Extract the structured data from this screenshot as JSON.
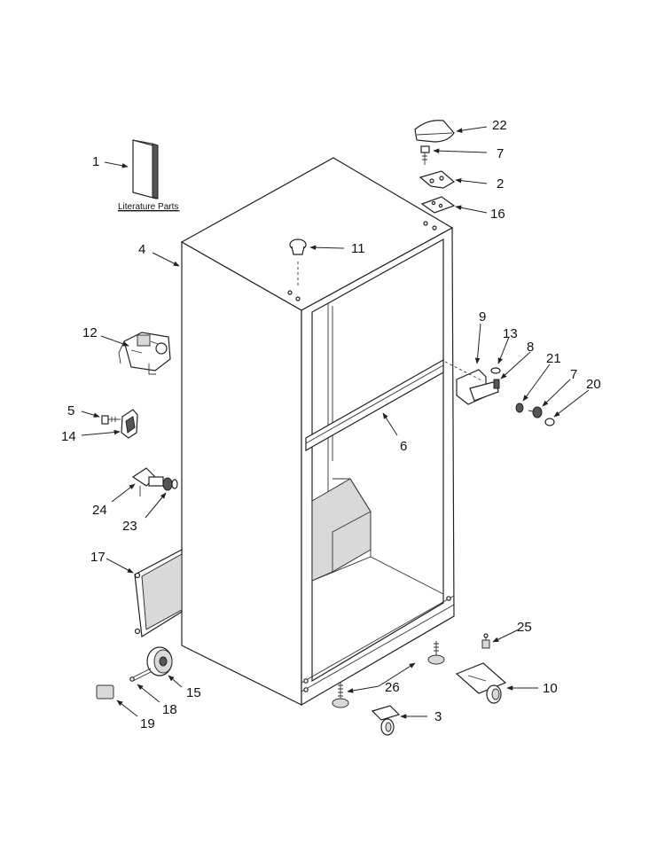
{
  "literature_label": "Literature Parts",
  "part_labels": {
    "p1": "1",
    "p2": "2",
    "p3": "3",
    "p4": "4",
    "p5": "5",
    "p6": "6",
    "p7a": "7",
    "p7b": "7",
    "p8": "8",
    "p9": "9",
    "p10": "10",
    "p11": "11",
    "p12": "12",
    "p13": "13",
    "p14": "14",
    "p15": "15",
    "p16": "16",
    "p17": "17",
    "p18": "18",
    "p19": "19",
    "p20": "20",
    "p21": "21",
    "p22": "22",
    "p23": "23",
    "p24": "24",
    "p25": "25",
    "p26": "26"
  }
}
